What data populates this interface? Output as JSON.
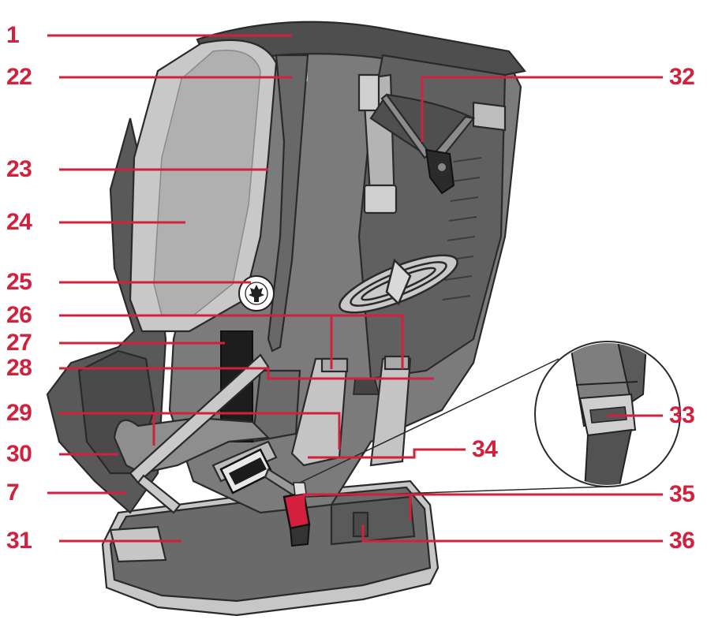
{
  "colors": {
    "callout": "#d3203c",
    "shell_dark": "#545454",
    "shell_mid": "#7b7b7b",
    "shell_light": "#a4a4a4",
    "pad": "#c6c6c6",
    "outline": "#2a2a2a",
    "buckle_red": "#d3203c"
  },
  "callouts": {
    "c1": "1",
    "c22": "22",
    "c23": "23",
    "c24": "24",
    "c25": "25",
    "c26": "26",
    "c27": "27",
    "c28": "28",
    "c29": "29",
    "c30": "30",
    "c7": "7",
    "c31": "31",
    "c32": "32",
    "c33": "33",
    "c34": "34",
    "c35": "35",
    "c36": "36"
  },
  "icons": {
    "maple_leaf_label": "maple-leaf-certification-icon",
    "buckle": "harness-buckle-icon",
    "connector": "tether-connector-icon"
  }
}
